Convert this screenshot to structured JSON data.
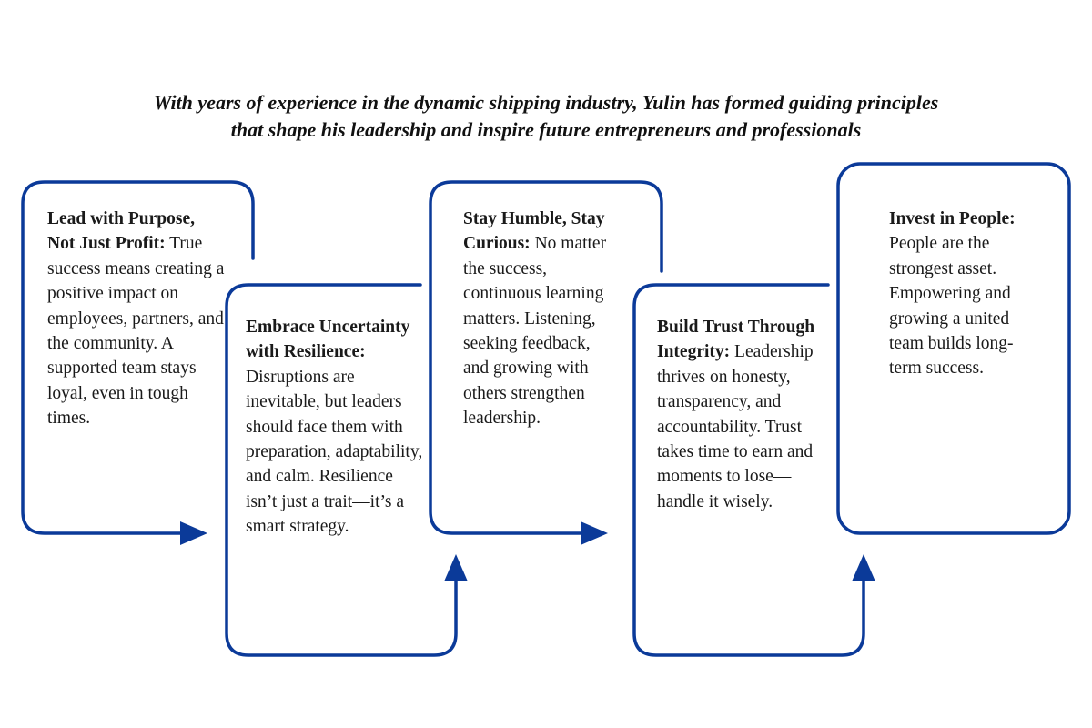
{
  "intro": {
    "line1": "With years of experience in the dynamic shipping industry, Yulin has formed guiding principles",
    "line2": "that shape his leadership and inspire future entrepreneurs and professionals"
  },
  "colors": {
    "flow_line": "#0b3a99",
    "text": "#1a1a1a"
  },
  "principles": [
    {
      "heading": "Lead with Purpose, Not Just Profit:",
      "body": "True success means creating a positive impact on employees, partners, and the community. A supported team stays loyal, even in tough times."
    },
    {
      "heading": "Embrace Uncertainty with Resilience:",
      "body": "Disruptions are inevitable, but leaders should face them with preparation, adaptability, and calm. Resilience isn’t just a trait—it’s a smart strategy."
    },
    {
      "heading": "Stay Humble, Stay Curious:",
      "body": "No matter the success, continuous learning matters. Listening, seeking feedback, and growing with others strengthen leadership."
    },
    {
      "heading": "Build Trust Through Integrity:",
      "body": "Leadership thrives on honesty, transparency, and accountability. Trust takes time to earn and moments to lose—handle it wisely."
    },
    {
      "heading": "Invest in People:",
      "body": "People are the strongest asset. Empowering and growing a united team builds long-term success."
    }
  ]
}
